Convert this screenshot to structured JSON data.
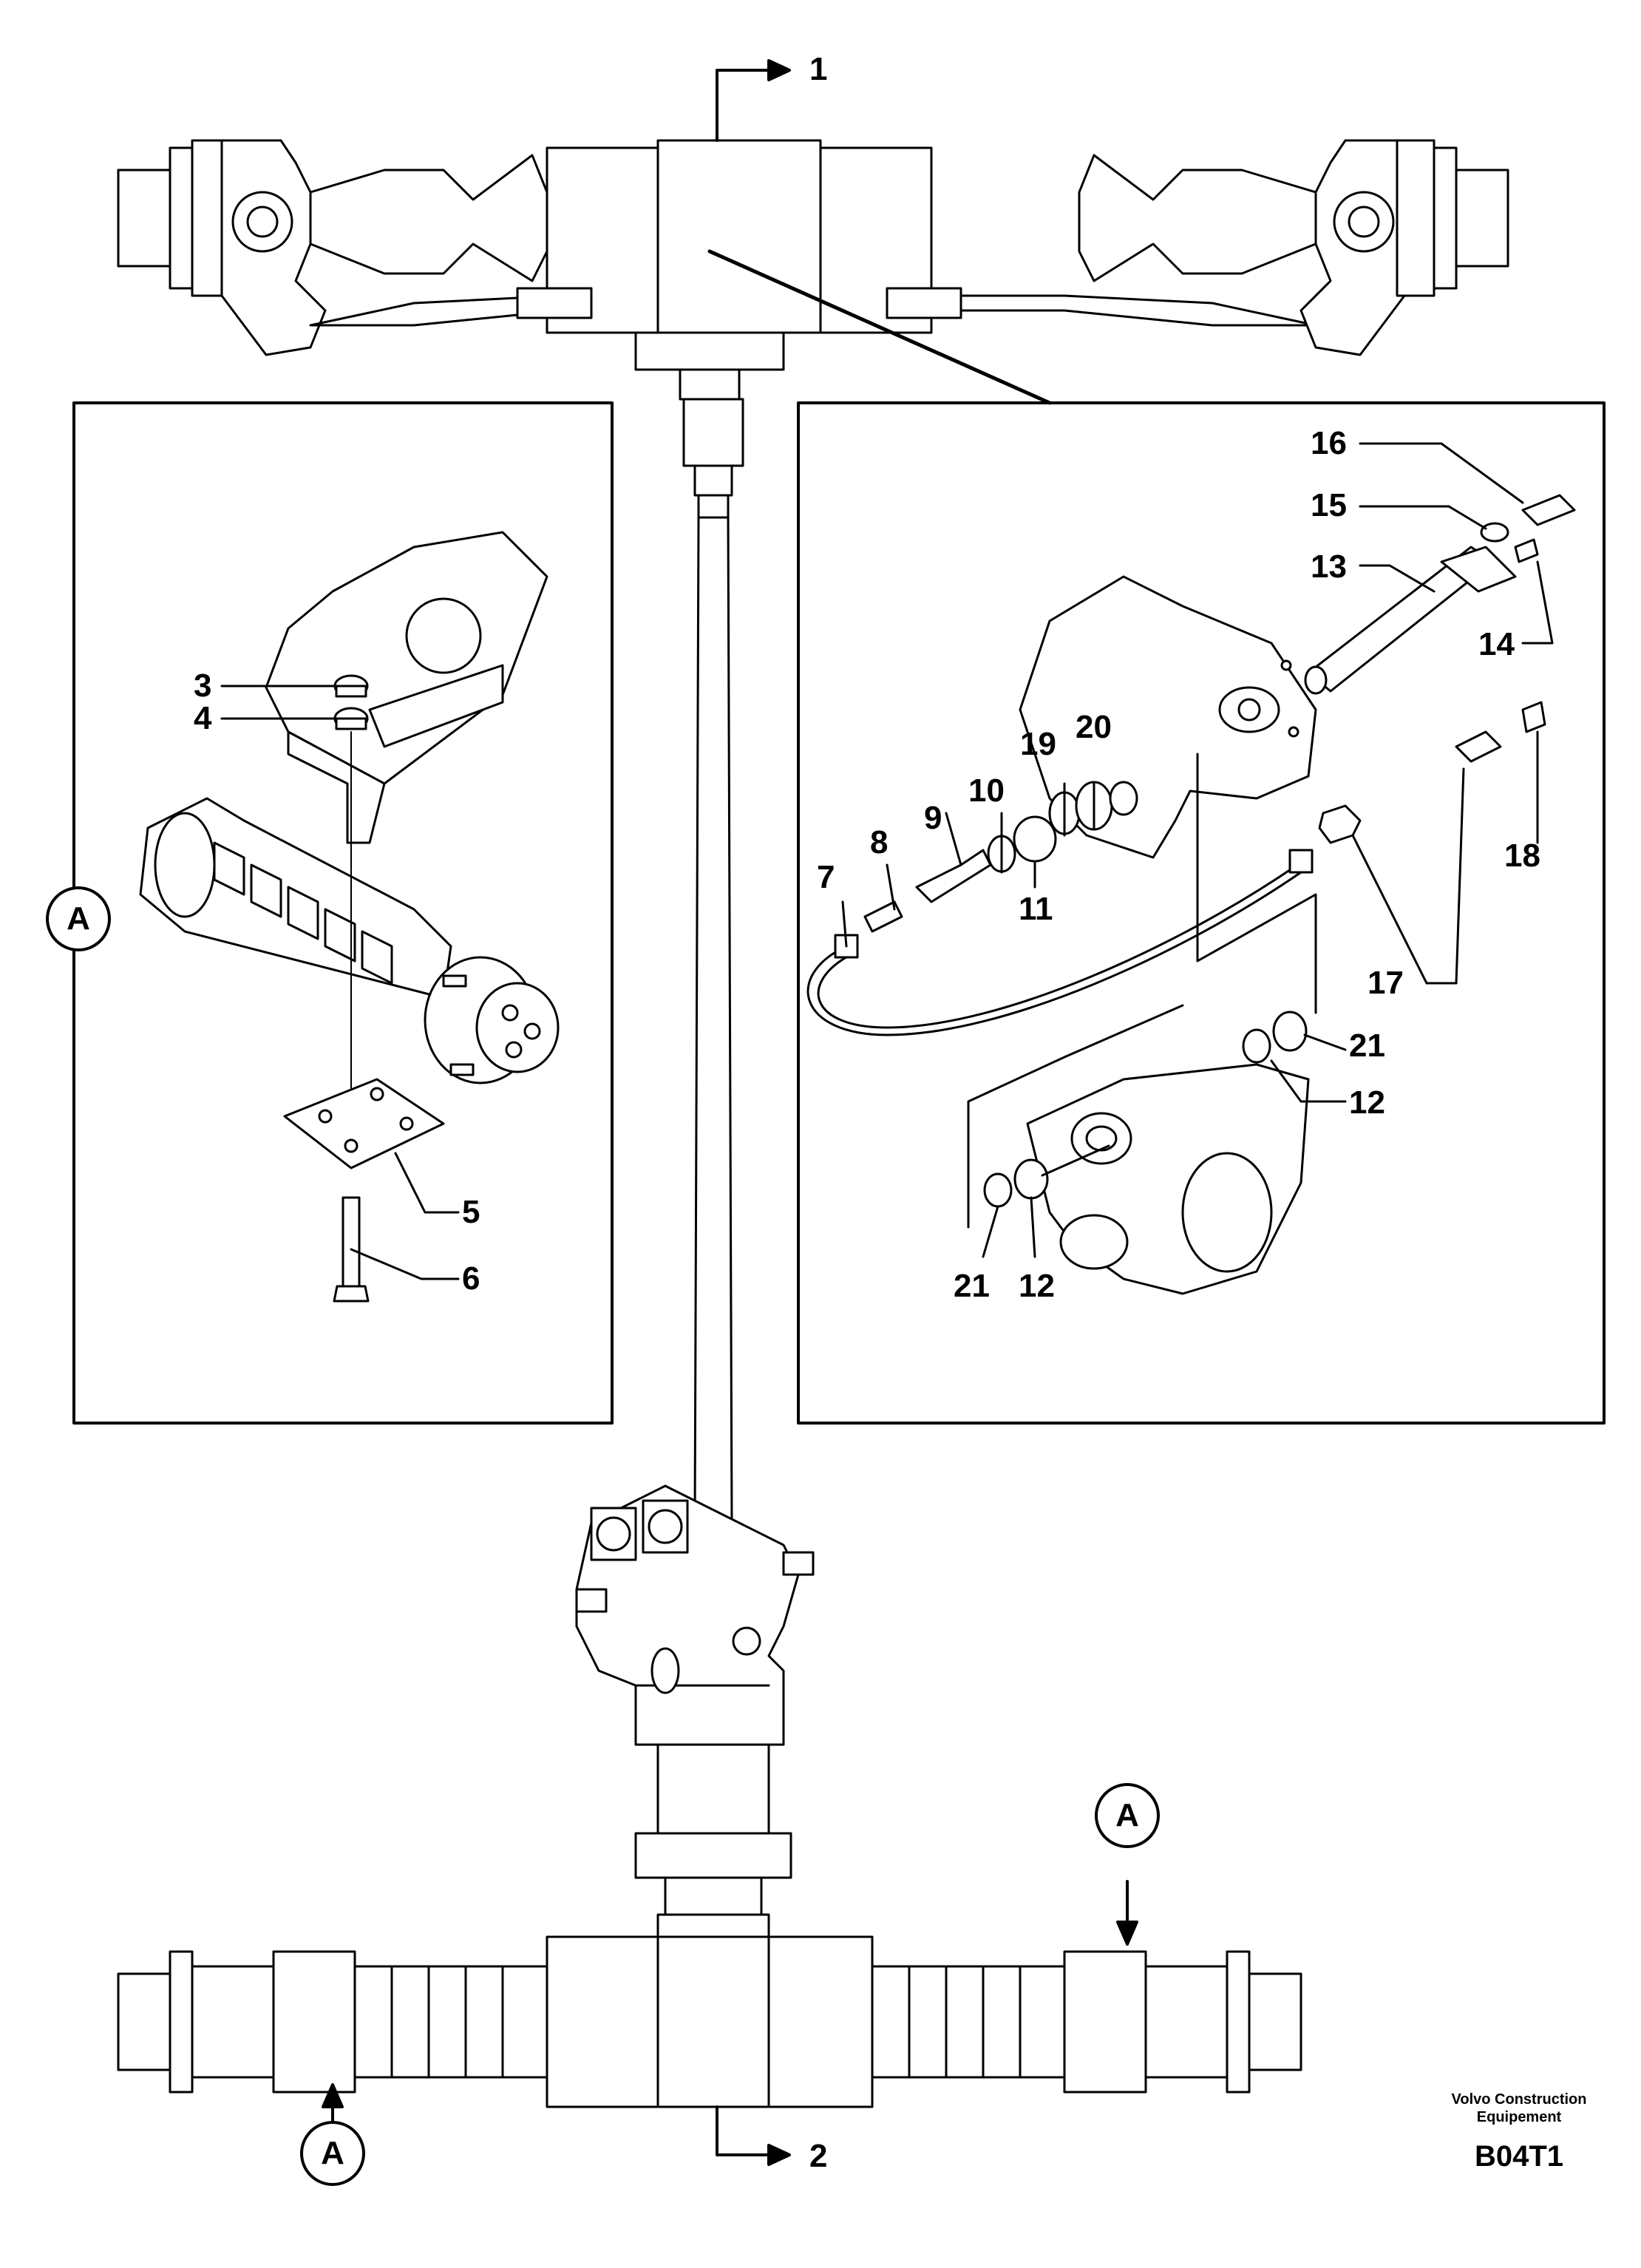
{
  "callouts": {
    "c1": "1",
    "c2": "2",
    "c3": "3",
    "c4": "4",
    "c5": "5",
    "c6": "6",
    "c7": "7",
    "c8": "8",
    "c9": "9",
    "c10": "10",
    "c11": "11",
    "c12a": "12",
    "c12b": "12",
    "c13": "13",
    "c14": "14",
    "c15": "15",
    "c16": "16",
    "c17": "17",
    "c18": "18",
    "c19": "19",
    "c20": "20",
    "c21a": "21",
    "c21b": "21"
  },
  "detail_marker": {
    "left": "A",
    "bottom_left": "A",
    "bottom_right": "A"
  },
  "brand": {
    "line1": "Volvo Construction",
    "line2": "Equipement",
    "code": "B04T1"
  }
}
